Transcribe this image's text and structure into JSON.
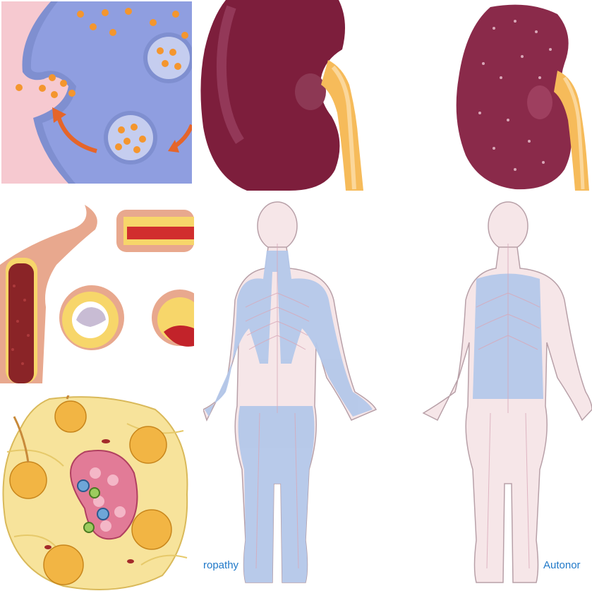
{
  "tiles": [
    {
      "id": "endocytosis",
      "icon": "endocytosis-vesicles-image"
    },
    {
      "id": "kidney-healthy",
      "icon": "healthy-kidney-image"
    },
    {
      "id": "kidney-damaged",
      "icon": "damaged-kidney-image"
    },
    {
      "id": "arteries",
      "icon": "atherosclerosis-arteries-image"
    },
    {
      "id": "neuropathy-body",
      "icon": "neuropathy-body-image"
    },
    {
      "id": "autonomic-body",
      "icon": "autonomic-body-image"
    },
    {
      "id": "pancreas",
      "icon": "pancreatic-islet-image"
    }
  ],
  "captions": {
    "left": "ropathy",
    "right": "Autonor"
  },
  "colors": {
    "membrane": "#7f8fd0",
    "cytoplasm": "#8f9ee0",
    "particle": "#f4962e",
    "arrow": "#e5652a",
    "kidney_healthy": "#7d1e3c",
    "kidney_damaged": "#8a2a4a",
    "ureter": "#f6bb5a",
    "body_skin": "#f6e6e8",
    "body_highlight": "#b4c8ea",
    "caption": "#1f78c8"
  }
}
